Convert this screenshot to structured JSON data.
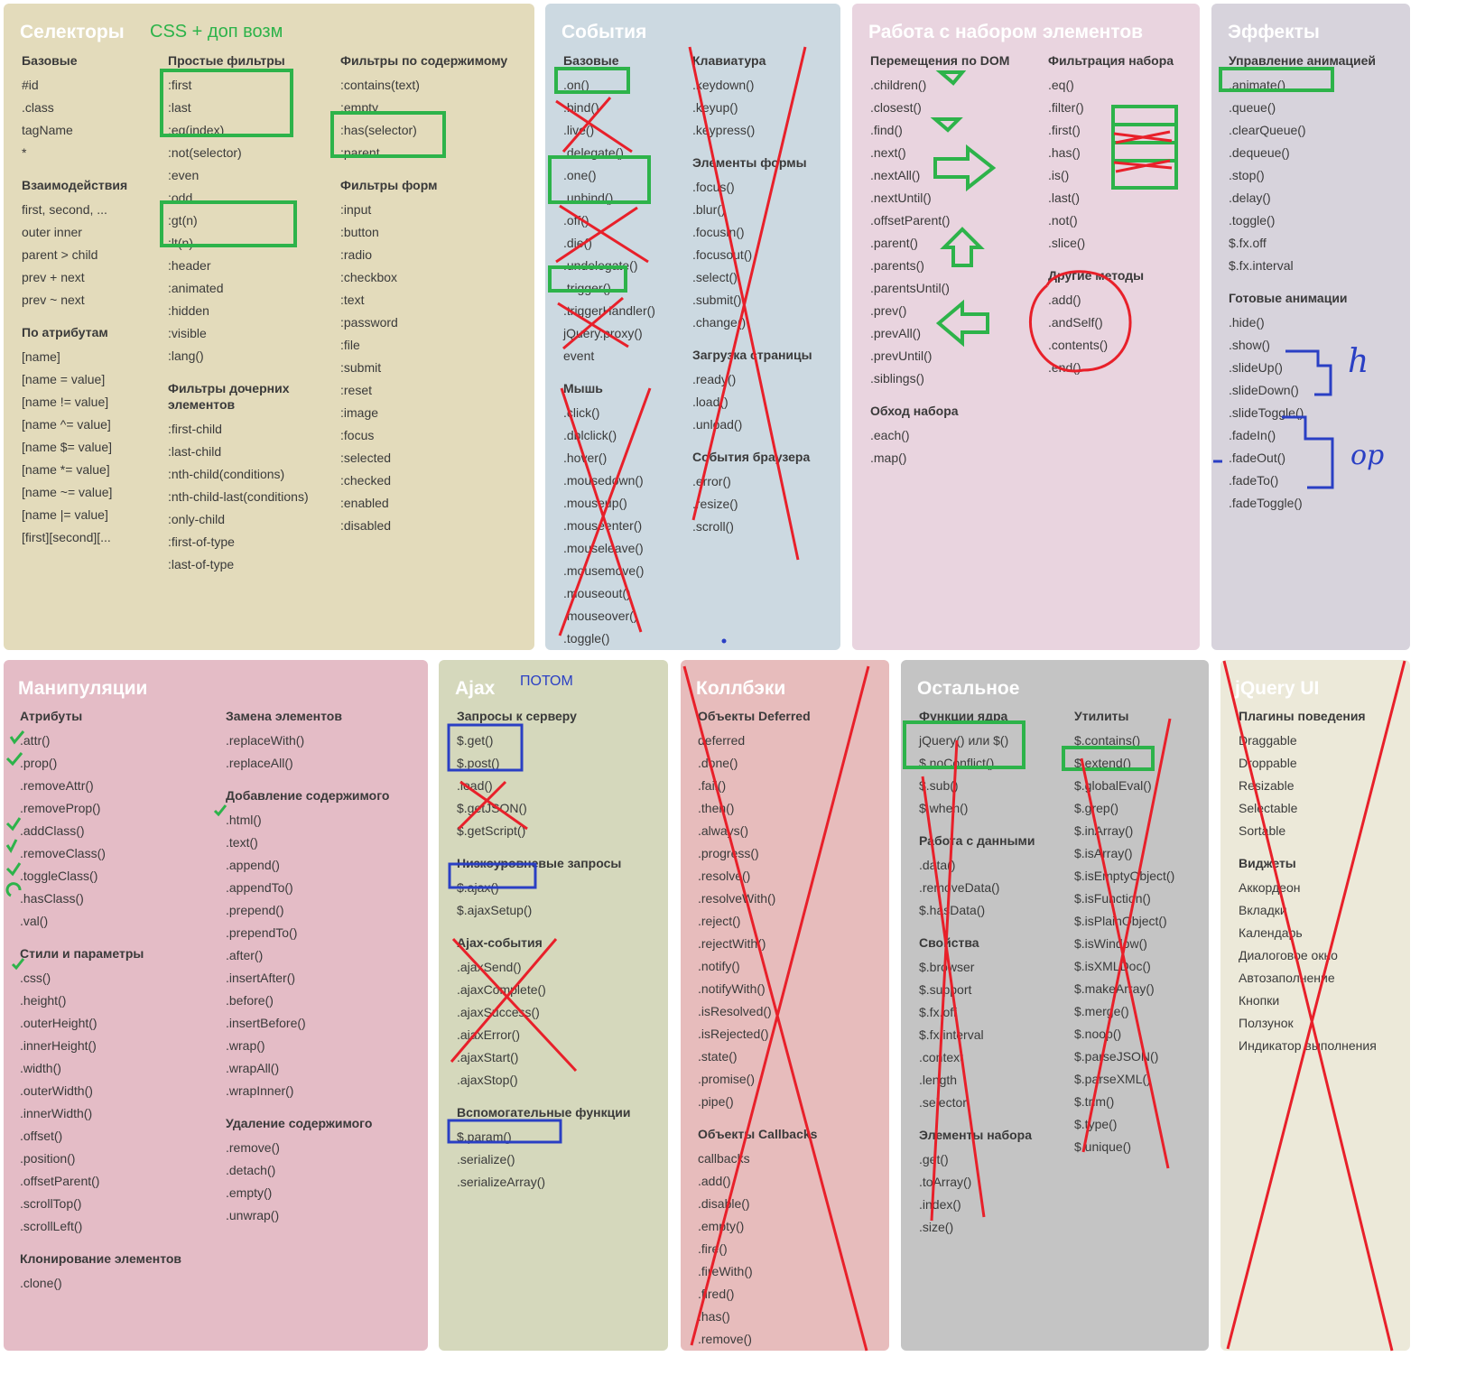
{
  "panels": [
    {
      "title": "Селекторы",
      "note": "CSS + доп возм",
      "columns": [
        [
          {
            "head": "Базовые",
            "items": [
              "#id",
              ".class",
              "tagName",
              "*"
            ]
          },
          {
            "head": "Взаимодействия",
            "items": [
              "first, second, ...",
              "outer inner",
              "parent > child",
              "prev + next",
              "prev ~ next"
            ]
          },
          {
            "head": "По атрибутам",
            "items": [
              "[name]",
              "[name = value]",
              "[name != value]",
              "[name ^= value]",
              "[name $= value]",
              "[name *= value]",
              "[name ~= value]",
              "[name |= value]",
              "[first][second][..."
            ]
          }
        ],
        [
          {
            "head": "Простые фильтры",
            "items": [
              ":first",
              ":last",
              ":eq(index)",
              ":not(selector)",
              ":even",
              ":odd",
              ":gt(n)",
              ":lt(n)",
              ":header",
              ":animated",
              ":hidden",
              ":visible",
              ":lang()"
            ]
          },
          {
            "head": "Фильтры дочерних\nэлементов",
            "items": [
              ":first-child",
              ":last-child",
              ":nth-child(conditions)",
              ":nth-child-last(conditions)",
              ":only-child",
              ":first-of-type",
              ":last-of-type"
            ]
          }
        ],
        [
          {
            "head": "Фильтры по содержимому",
            "items": [
              ":contains(text)",
              ":empty",
              ":has(selector)",
              ":parent"
            ]
          },
          {
            "head": "Фильтры форм",
            "items": [
              ":input",
              ":button",
              ":radio",
              ":checkbox",
              ":text",
              ":password",
              ":file",
              ":submit",
              ":reset",
              ":image",
              ":focus",
              ":selected",
              ":checked",
              ":enabled",
              ":disabled"
            ]
          }
        ]
      ]
    },
    {
      "title": "События",
      "columns": [
        [
          {
            "head": "Базовые",
            "items": [
              ".on()",
              ".bind()",
              ".live()",
              ".delegate()",
              ".one()",
              ".unbind()",
              ".off()",
              ".die()",
              ".undelegate()",
              ".trigger()",
              ".triggerHandler()",
              "jQuery.proxy()",
              "event"
            ]
          },
          {
            "head": "Мышь",
            "items": [
              ".click()",
              ".dblclick()",
              ".hover()",
              ".mousedown()",
              ".mouseup()",
              ".mouseenter()",
              ".mouseleave()",
              ".mousemove()",
              ".mouseout()",
              ".mouseover()",
              ".toggle()"
            ]
          }
        ],
        [
          {
            "head": "Клавиатура",
            "items": [
              ".keydown()",
              ".keyup()",
              ".keypress()"
            ]
          },
          {
            "head": "Элементы формы",
            "items": [
              ".focus()",
              ".blur()",
              ".focusin()",
              ".focusout()",
              ".select()",
              ".submit()",
              ".change()"
            ]
          },
          {
            "head": "Загрузка страницы",
            "items": [
              ".ready()",
              ".load()",
              ".unload()"
            ]
          },
          {
            "head": "События браузера",
            "items": [
              ".error()",
              ".resize()",
              ".scroll()"
            ]
          }
        ]
      ]
    },
    {
      "title": "Работа с набором элементов",
      "columns": [
        [
          {
            "head": "Перемещения по DOM",
            "items": [
              ".children()",
              ".closest()",
              ".find()",
              ".next()",
              ".nextAll()",
              ".nextUntil()",
              ".offsetParent()",
              ".parent()",
              ".parents()",
              ".parentsUntil()",
              ".prev()",
              ".prevAll()",
              ".prevUntil()",
              ".siblings()"
            ]
          },
          {
            "head": "Обход набора",
            "items": [
              ".each()",
              ".map()"
            ]
          }
        ],
        [
          {
            "head": "Фильтрация набора",
            "items": [
              ".eq()",
              ".filter()",
              ".first()",
              ".has()",
              ".is()",
              ".last()",
              ".not()",
              ".slice()"
            ]
          },
          {
            "head": "Другие методы",
            "items": [
              ".add()",
              ".andSelf()",
              ".contents()",
              ".end()"
            ]
          }
        ]
      ]
    },
    {
      "title": "Эффекты",
      "notes": [
        "h",
        "op"
      ],
      "columns": [
        [
          {
            "head": "Управление анимацией",
            "items": [
              ".animate()",
              ".queue()",
              ".clearQueue()",
              ".dequeue()",
              ".stop()",
              ".delay()",
              ".toggle()",
              "$.fx.off",
              "$.fx.interval"
            ]
          },
          {
            "head": "Готовые анимации",
            "items": [
              ".hide()",
              ".show()",
              ".slideUp()",
              ".slideDown()",
              ".slideToggle()",
              ".fadeIn()",
              ".fadeOut()",
              ".fadeTo()",
              ".fadeToggle()"
            ]
          }
        ]
      ]
    },
    {
      "title": "Манипуляции",
      "columns": [
        [
          {
            "head": "Атрибуты",
            "items": [
              ".attr()",
              ".prop()",
              ".removeAttr()",
              ".removeProp()",
              ".addClass()",
              ".removeClass()",
              ".toggleClass()",
              ".hasClass()",
              ".val()"
            ]
          },
          {
            "head": "Стили и параметры",
            "items": [
              ".css()",
              ".height()",
              ".outerHeight()",
              ".innerHeight()",
              ".width()",
              ".outerWidth()",
              ".innerWidth()",
              ".offset()",
              ".position()",
              ".offsetParent()",
              ".scrollTop()",
              ".scrollLeft()"
            ]
          },
          {
            "head": "Клонирование элементов",
            "items": [
              ".clone()"
            ]
          }
        ],
        [
          {
            "head": "Замена элементов",
            "items": [
              ".replaceWith()",
              ".replaceAll()"
            ]
          },
          {
            "head": "Добавление содержимого",
            "items": [
              ".html()",
              ".text()",
              ".append()",
              ".appendTo()",
              ".prepend()",
              ".prependTo()",
              ".after()",
              ".insertAfter()",
              ".before()",
              ".insertBefore()",
              ".wrap()",
              ".wrapAll()",
              ".wrapInner()"
            ]
          },
          {
            "head": "Удаление содержимого",
            "items": [
              ".remove()",
              ".detach()",
              ".empty()",
              ".unwrap()"
            ]
          }
        ]
      ]
    },
    {
      "title": "Ajax",
      "note": "ПОТОМ",
      "columns": [
        [
          {
            "head": "Запросы к серверу",
            "items": [
              "$.get()",
              "$.post()",
              ".load()",
              "$.getJSON()",
              "$.getScript()"
            ]
          },
          {
            "head": "Низкоуровневые запросы",
            "items": [
              "$.ajax()",
              "$.ajaxSetup()"
            ]
          },
          {
            "head": "Ajax-события",
            "items": [
              ".ajaxSend()",
              ".ajaxComplete()",
              ".ajaxSuccess()",
              ".ajaxError()",
              ".ajaxStart()",
              ".ajaxStop()"
            ]
          },
          {
            "head": "Вспомогательные функции",
            "items": [
              "$.param()",
              ".serialize()",
              ".serializeArray()"
            ]
          }
        ]
      ]
    },
    {
      "title": "Коллбэки",
      "columns": [
        [
          {
            "head": "Объекты Deferred",
            "items": [
              "deferred",
              ".done()",
              ".fail()",
              ".then()",
              ".always()",
              ".progress()",
              ".resolve()",
              ".resolveWith()",
              ".reject()",
              ".rejectWith()",
              ".notify()",
              ".notifyWith()",
              ".isResolved()",
              ".isRejected()",
              ".state()",
              ".promise()",
              ".pipe()"
            ]
          },
          {
            "head": "Объекты Callbacks",
            "items": [
              "callbacks",
              ".add()",
              ".disable()",
              ".empty()",
              ".fire()",
              ".fireWith()",
              ".fired()",
              ".has()",
              ".remove()"
            ]
          }
        ]
      ]
    },
    {
      "title": "Остальное",
      "columns": [
        [
          {
            "head": "Функции ядра",
            "items": [
              "jQuery() или $()",
              "$.noConflict()",
              "$.sub()",
              "$.when()"
            ]
          },
          {
            "head": "Работа с данными",
            "items": [
              ".data()",
              ".removeData()",
              "$.hasData()"
            ]
          },
          {
            "head": "Свойства",
            "items": [
              "$.browser",
              "$.support",
              "$.fx.off",
              "$.fx.interval",
              ".context",
              ".length",
              ".selector"
            ]
          },
          {
            "head": "Элементы набора",
            "items": [
              ".get()",
              ".toArray()",
              ".index()",
              ".size()"
            ]
          }
        ],
        [
          {
            "head": "Утилиты",
            "items": [
              "$.contains()",
              "$.extend()",
              "$.globalEval()",
              "$.grep()",
              "$.inArray()",
              "$.isArray()",
              "$.isEmptyObject()",
              "$.isFunction()",
              "$.isPlainObject()",
              "$.isWindow()",
              "$.isXMLDoc()",
              "$.makeArray()",
              "$.merge()",
              "$.noop()",
              "$.parseJSON()",
              "$.parseXML()",
              "$.trim()",
              "$.type()",
              "$.unique()"
            ]
          }
        ]
      ]
    },
    {
      "title": "jQuery UI",
      "columns": [
        [
          {
            "head": "Плагины поведения",
            "items": [
              "Draggable",
              "Droppable",
              "Resizable",
              "Selectable",
              "Sortable"
            ]
          },
          {
            "head": "Виджеты",
            "items": [
              "Аккордеон",
              "Вкладки",
              "Календарь",
              "Диалоговое окно",
              "Автозаполнение",
              "Кнопки",
              "Ползунок",
              "Индикатор выполнения"
            ]
          }
        ]
      ]
    }
  ],
  "colors": {
    "selectors_bg": "#e3dbbb",
    "events_bg": "#ccd9e1",
    "setwork_bg": "#e9d4df",
    "effects_bg": "#d7d3dc",
    "manip_bg": "#e4bcc6",
    "ajax_bg": "#d5d8bc",
    "callbacks_bg": "#e7bcbc",
    "misc_bg": "#c4c4c4",
    "ui_bg": "#ece9d9",
    "text": "#3a3a3a",
    "green_mark": "#2db34a",
    "red_mark": "#e8202a",
    "blue_mark": "#2a3fc4"
  }
}
